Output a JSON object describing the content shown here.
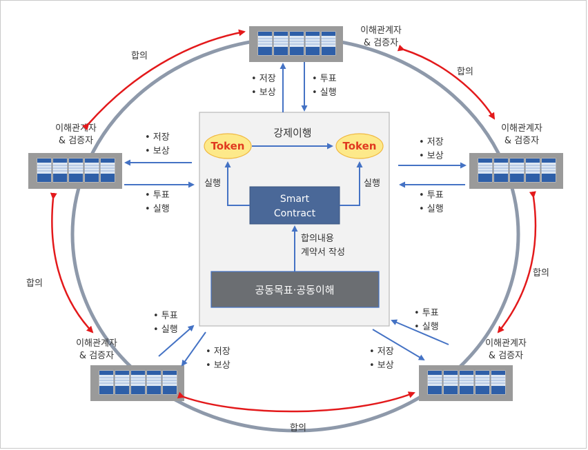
{
  "colors": {
    "ring": "#8e99aa",
    "consensus_arrow": "#e3191b",
    "flow_arrow": "#4472c4",
    "node_box": "#9a9a9a",
    "panel": "#f2f2f2",
    "smart_contract": "#4a6898",
    "goal_box": "#6b6e72",
    "token_fill": "#fde98a",
    "token_text": "#e03a20"
  },
  "nodes": [
    {
      "label_line1": "이해관계자",
      "label_line2": "& 검증자"
    },
    {
      "label_line1": "이해관계자",
      "label_line2": "& 검증자"
    },
    {
      "label_line1": "이해관계자",
      "label_line2": "& 검증자"
    },
    {
      "label_line1": "이해관계자",
      "label_line2": "& 검증자"
    },
    {
      "label_line1": "이해관계자",
      "label_line2": "& 검증자"
    }
  ],
  "consensus_label": "합의",
  "flows": {
    "store": "• 저장",
    "reward": "• 보상",
    "vote": "• 투표",
    "execute": "• 실행"
  },
  "center": {
    "token_left": "Token",
    "token_right": "Token",
    "enforcement": "강제이행",
    "execute_left": "실행",
    "execute_right": "실행",
    "smart_contract_line1": "Smart",
    "smart_contract_line2": "Contract",
    "agreement_line1": "합의내용",
    "agreement_line2": "계약서 작성",
    "common_goal": "공동목표·공동이해"
  }
}
